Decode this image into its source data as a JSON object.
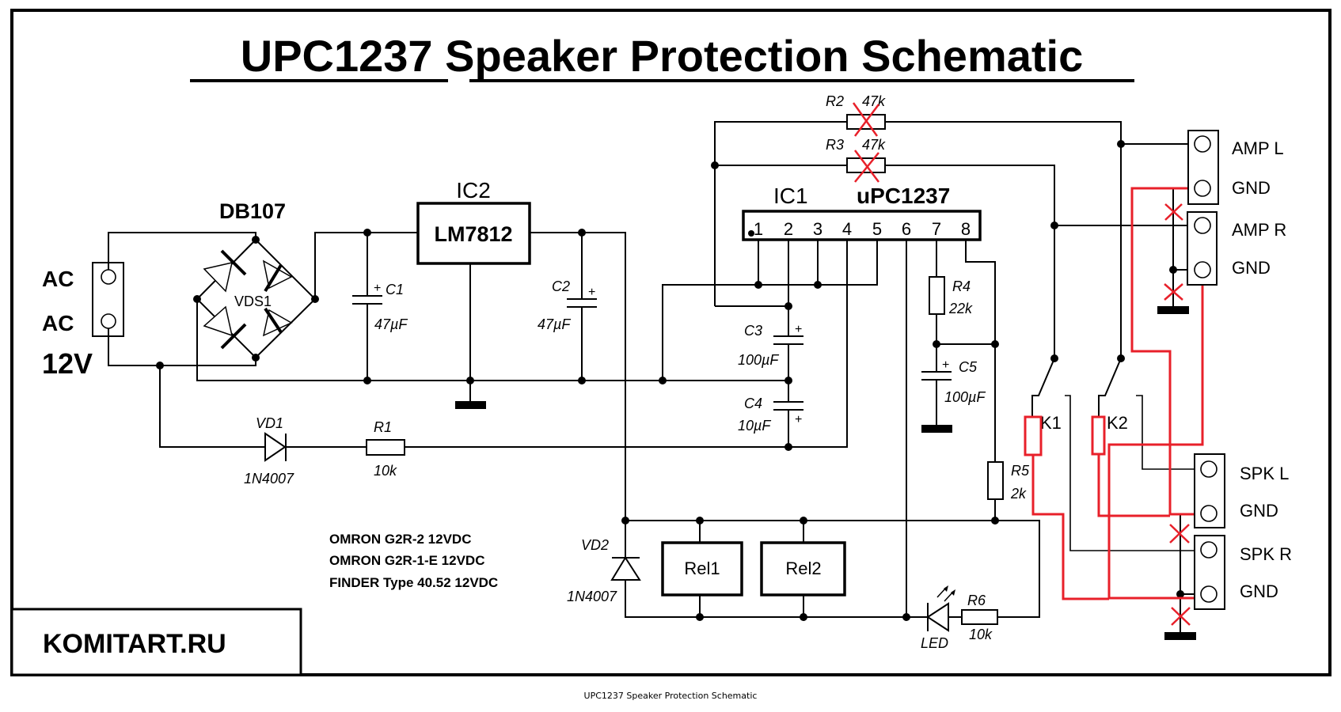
{
  "title": "UPC1237 Speaker Protection Schematic",
  "caption": "UPC1237 Speaker Protection Schematic",
  "branding": "KOMITART.RU",
  "input": {
    "ac1": "AC",
    "ac2": "AC",
    "voltage": "12V"
  },
  "bridge": {
    "part": "DB107",
    "ref": "VDS1"
  },
  "regulator": {
    "ref": "IC2",
    "part": "LM7812"
  },
  "ic": {
    "ref": "IC1",
    "part": "uPC1237",
    "pins": [
      "1",
      "2",
      "3",
      "4",
      "5",
      "6",
      "7",
      "8"
    ]
  },
  "capacitors": [
    {
      "ref": "C1",
      "value": "47µF"
    },
    {
      "ref": "C2",
      "value": "47µF"
    },
    {
      "ref": "C3",
      "value": "100µF"
    },
    {
      "ref": "C4",
      "value": "10µF"
    },
    {
      "ref": "C5",
      "value": "100µF"
    }
  ],
  "resistors": [
    {
      "ref": "R1",
      "value": "10k"
    },
    {
      "ref": "R2",
      "value": "47k"
    },
    {
      "ref": "R3",
      "value": "47k"
    },
    {
      "ref": "R4",
      "value": "22k"
    },
    {
      "ref": "R5",
      "value": "2k"
    },
    {
      "ref": "R6",
      "value": "10k"
    }
  ],
  "diodes": [
    {
      "ref": "VD1",
      "value": "1N4007"
    },
    {
      "ref": "VD2",
      "value": "1N4007"
    },
    {
      "ref": "LED",
      "value": ""
    }
  ],
  "relays": {
    "rel1": "Rel1",
    "rel2": "Rel2",
    "k1": "K1",
    "k2": "K2"
  },
  "relay_notes": [
    "OMRON  G2R-2 12VDC",
    "OMRON  G2R-1-E  12VDC",
    "FINDER  Type 40.52  12VDC"
  ],
  "connectors": {
    "amp_l": "AMP L",
    "amp_l_gnd": "GND",
    "amp_r": "AMP R",
    "amp_r_gnd": "GND",
    "spk_l": "SPK L",
    "spk_l_gnd": "GND",
    "spk_r": "SPK R",
    "spk_r_gnd": "GND"
  },
  "colors": {
    "wire": "#000000",
    "modification": "#e8202a"
  }
}
